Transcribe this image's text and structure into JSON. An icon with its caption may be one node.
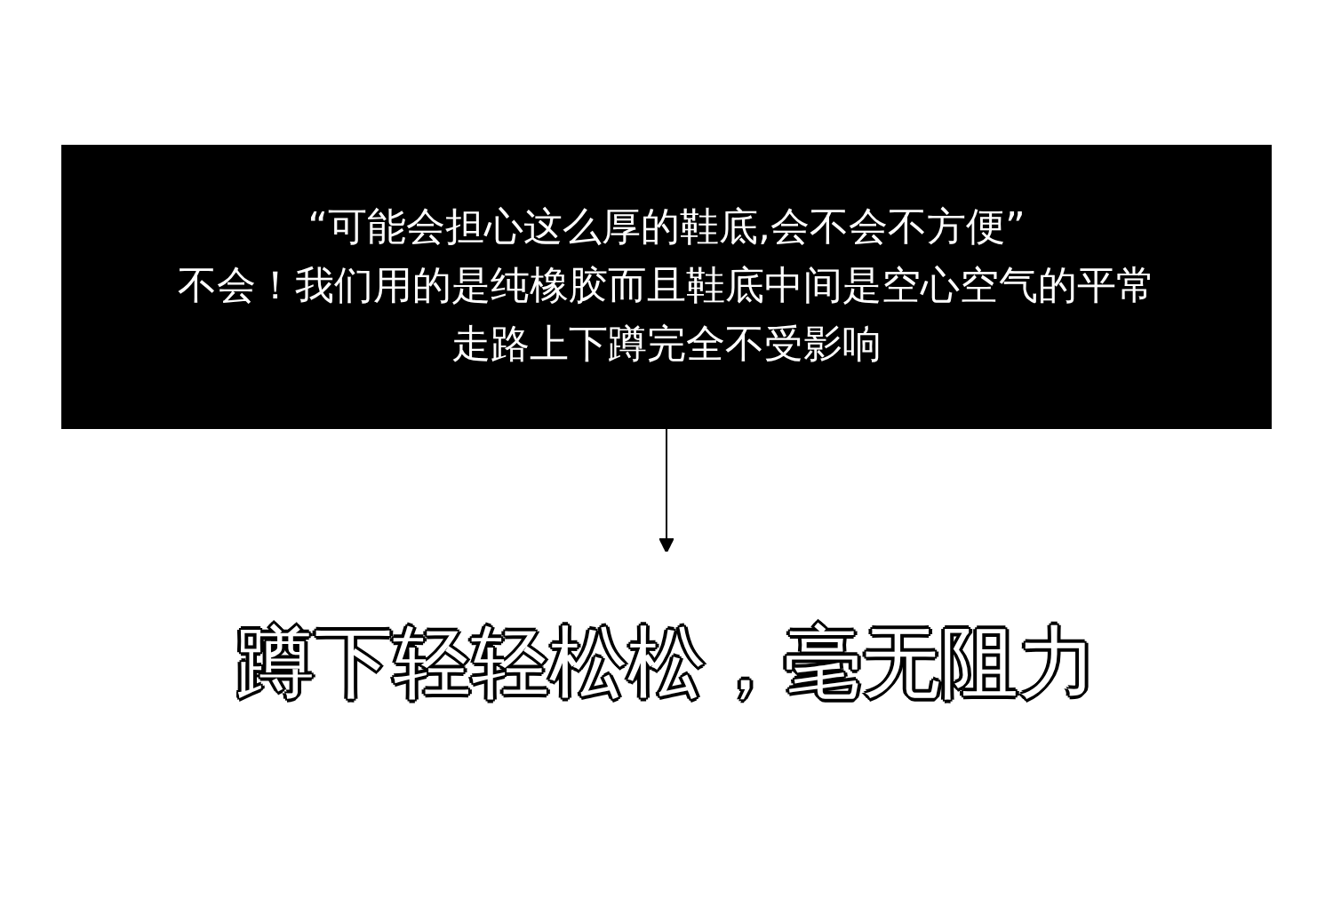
{
  "diagram": {
    "nodes": [
      {
        "text": [
          "“可能会担心这么厚的鞋底,会不会不方便”",
          "不会！我们用的是纯橡胶而且鞋底中间是空心空气的平常走路上下蹲完全不受影响"
        ]
      },
      {
        "text": [
          "蹲下轻轻松松，毫无阻力"
        ]
      }
    ],
    "edges": [
      {
        "from": 0,
        "to": 1,
        "arrow": "to"
      }
    ]
  }
}
